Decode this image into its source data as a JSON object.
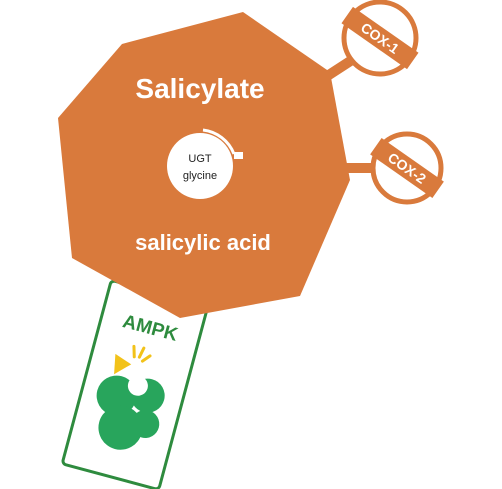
{
  "molecule": {
    "title": "Salicylate",
    "subtitle": "salicylic acid",
    "inner_labels": [
      "UGT",
      "glycine"
    ]
  },
  "targets": [
    {
      "label": "COX-1"
    },
    {
      "label": "COX-2"
    }
  ],
  "ampk_card": {
    "label": "AMPK"
  },
  "colors": {
    "molecule": "#d97a3c",
    "molecule_stroke": "#c9692d",
    "inner_circle": "#ffffff",
    "ampk_green": "#28a55c",
    "card_border": "#2e8b3e",
    "arrow_yellow": "#f2c21a"
  }
}
